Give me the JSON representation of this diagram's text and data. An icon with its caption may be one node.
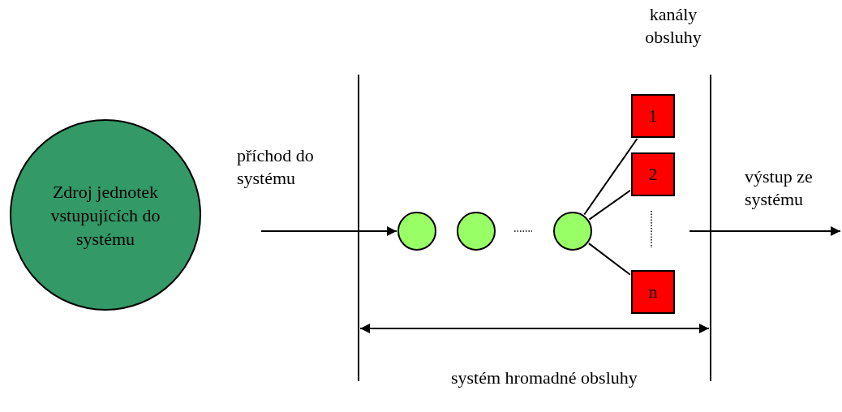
{
  "diagram": {
    "nodes": [
      {
        "text": [
          "Zdroj jednotek vstupujících do systému"
        ]
      },
      {
        "text": [],
        "shape": "circle"
      },
      {
        "text": [],
        "shape": "circle"
      },
      {
        "text": [],
        "shape": "circle"
      },
      {
        "text": [
          "1"
        ]
      },
      {
        "text": [
          "2"
        ]
      },
      {
        "text": [
          "n"
        ]
      }
    ],
    "edges": [
      {
        "from": null,
        "to": 1,
        "arrow": "to"
      },
      {
        "from": 3,
        "to": 4,
        "arrow": "none"
      },
      {
        "from": 3,
        "to": 5,
        "arrow": "none"
      },
      {
        "from": 3,
        "to": 6,
        "arrow": "none"
      }
    ],
    "labels": [
      "kanály obsluhy",
      "příchod do systému",
      "výstup ze systému",
      "systém hromadné obsluhy"
    ]
  }
}
